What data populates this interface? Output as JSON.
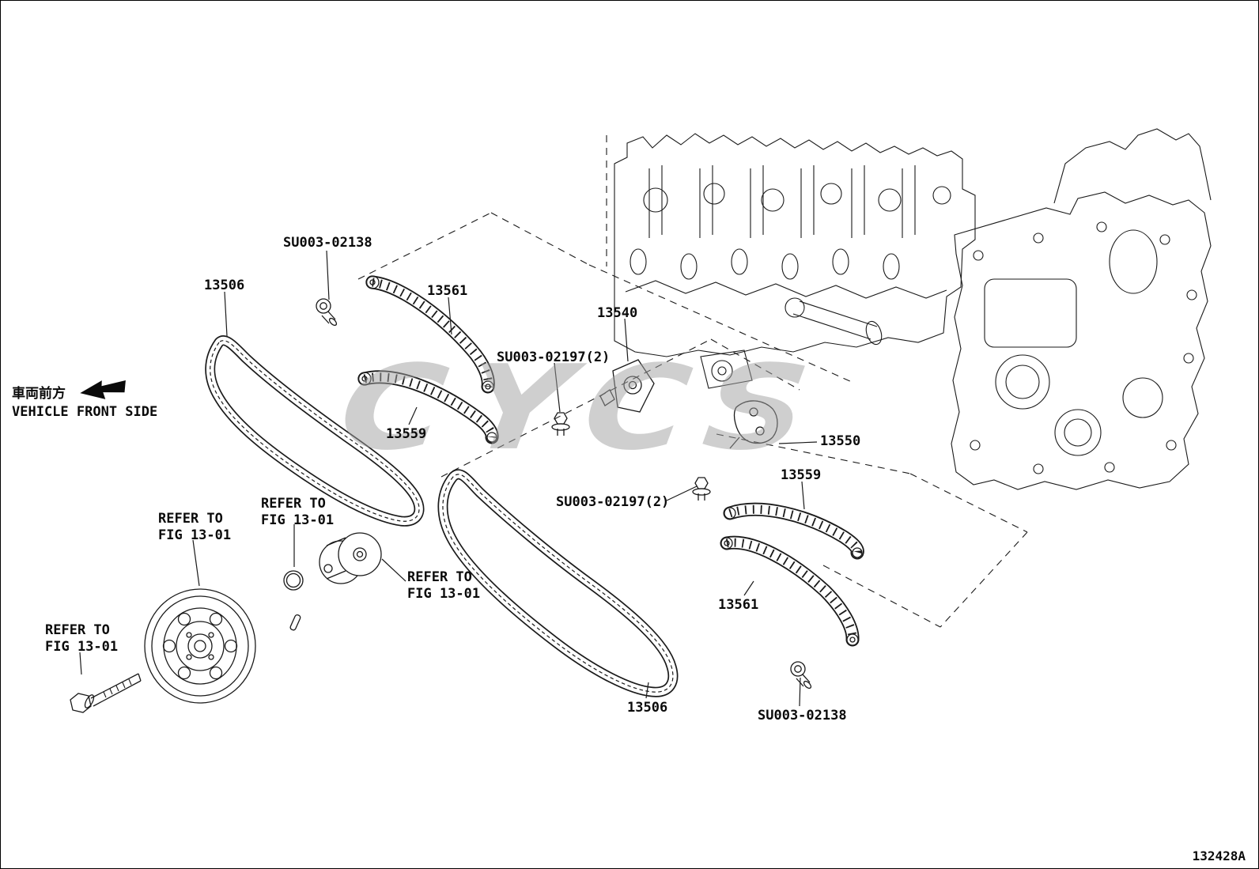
{
  "page": {
    "figure_id": "132428A",
    "background": "#ffffff",
    "line_color": "#1a1a1a",
    "watermark_color": "#a0a0a0"
  },
  "watermark": {
    "text": "CYCS"
  },
  "direction": {
    "jp": "車両前方",
    "en": "VEHICLE FRONT SIDE"
  },
  "labels": [
    {
      "id": "su003-02138-top",
      "text": "SU003-02138"
    },
    {
      "id": "13506-left",
      "text": "13506"
    },
    {
      "id": "13561-top",
      "text": "13561"
    },
    {
      "id": "13540",
      "text": "13540"
    },
    {
      "id": "su003-02197-upper",
      "text": "SU003-02197(2)"
    },
    {
      "id": "13559-left",
      "text": "13559"
    },
    {
      "id": "13550",
      "text": "13550"
    },
    {
      "id": "13559-right",
      "text": "13559"
    },
    {
      "id": "su003-02197-lower",
      "text": "SU003-02197(2)"
    },
    {
      "id": "refer-mid",
      "text": "REFER TO\nFIG 13-01"
    },
    {
      "id": "refer-left",
      "text": "REFER TO\nFIG 13-01"
    },
    {
      "id": "refer-center",
      "text": "REFER TO\nFIG 13-01"
    },
    {
      "id": "13561-bottom",
      "text": "13561"
    },
    {
      "id": "refer-bottom-left",
      "text": "REFER TO\nFIG 13-01"
    },
    {
      "id": "13506-bottom",
      "text": "13506"
    },
    {
      "id": "su003-02138-bottom",
      "text": "SU003-02138"
    }
  ]
}
